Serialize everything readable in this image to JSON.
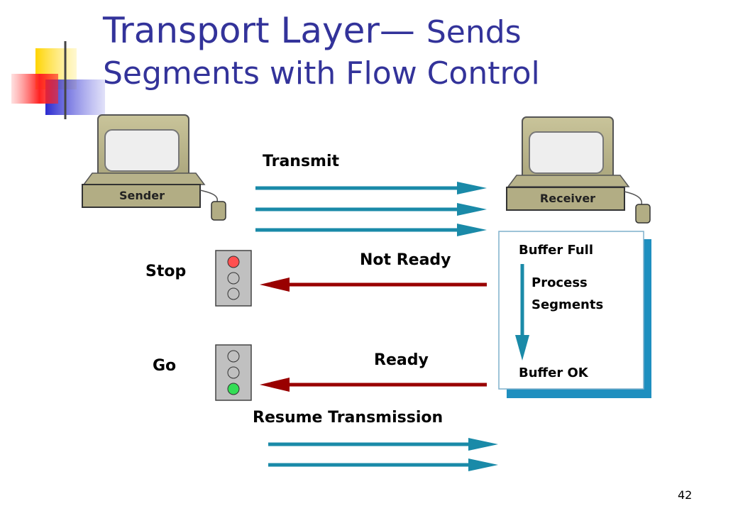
{
  "title": {
    "part1": "Transport Layer—",
    "part2": "Sends",
    "part3": "Segments with Flow Control"
  },
  "sender": {
    "label": "Sender"
  },
  "receiver": {
    "label": "Receiver"
  },
  "labels": {
    "transmit": "Transmit",
    "not_ready": "Not Ready",
    "stop": "Stop",
    "ready": "Ready",
    "go": "Go",
    "resume": "Resume Transmission"
  },
  "buffer": {
    "full": "Buffer Full",
    "process_line1": "Process",
    "process_line2": "Segments",
    "ok": "Buffer OK"
  },
  "page_number": "42",
  "colors": {
    "title": "#33339a",
    "forward_arrow": "#1a8aa8",
    "back_arrow": "#990000",
    "red_light": "#ff5050",
    "green_light": "#33dd55",
    "buffer_shadow": "#1f8fbf",
    "logo_yellow": "#ffd400",
    "logo_red": "#ff3333",
    "logo_blue": "#3333cc"
  }
}
